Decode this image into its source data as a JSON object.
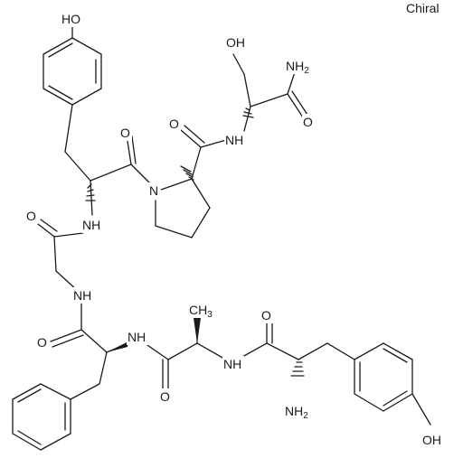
{
  "diagram": {
    "chirality_note": "Chiral",
    "labels": {
      "oh_ser": "OH",
      "nh2_amide": "NH",
      "nh2_amide_sub": "2",
      "o_amide": "O",
      "nh_ser": "NH",
      "o_pro_amide": "O",
      "oh_tyr_top": "HO",
      "o_tyr_carbonyl": "O",
      "n_pro": "N",
      "o_gly": "O",
      "nh_tyr": "NH",
      "nh_gly": "NH",
      "o_phe": "O",
      "nh_phe": "NH",
      "me_ala": "CH",
      "me_ala_sub": "3",
      "o_ala": "O",
      "nh_ala": "NH",
      "o_tyr_n": "O",
      "nh2_tyr": "NH",
      "nh2_tyr_sub": "2",
      "oh_tyr_bottom": "OH"
    }
  }
}
